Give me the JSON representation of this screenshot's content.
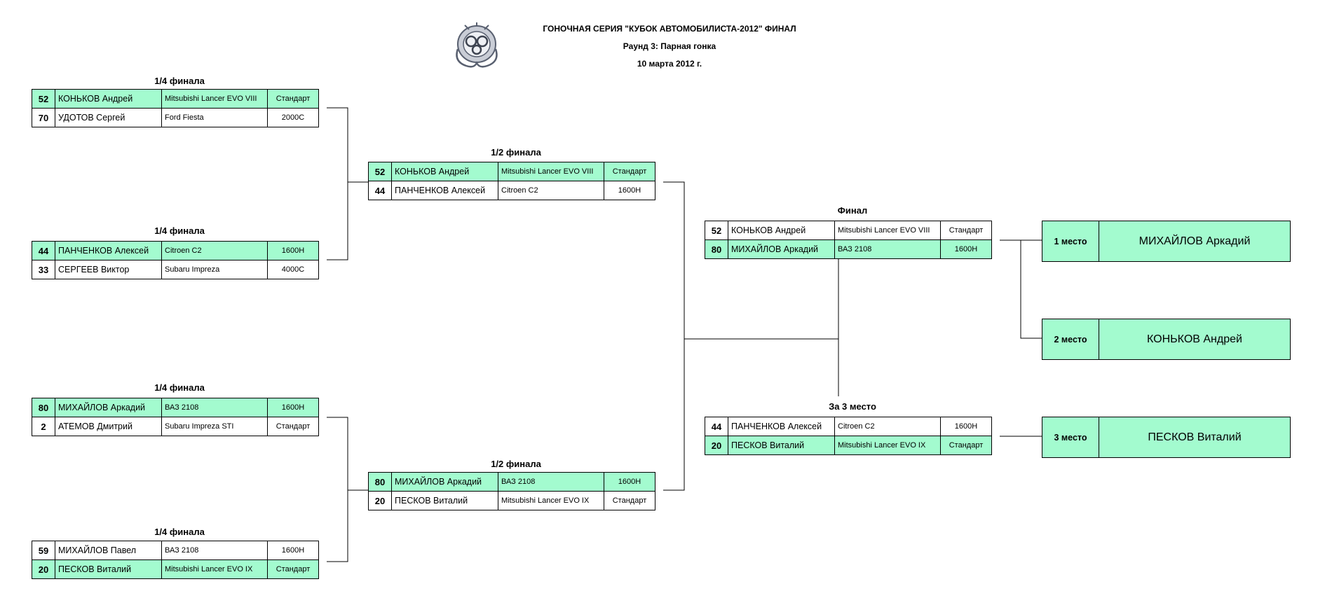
{
  "header": {
    "title": "ГОНОЧНАЯ СЕРИЯ \"КУБОК АВТОМОБИЛИСТА-2012\" ФИНАЛ",
    "round": "Раунд 3: Парная гонка",
    "date": "10 марта 2012 г."
  },
  "stages": {
    "quarter": "1/4 финала",
    "semi": "1/2 финала",
    "final": "Финал",
    "third": "За 3 место"
  },
  "quarterfinals": [
    {
      "rows": [
        {
          "num": "52",
          "name": "КОНЬКОВ Андрей",
          "car": "Mitsubishi Lancer EVO VIII",
          "class": "Стандарт"
        },
        {
          "num": "70",
          "name": "УДОТОВ Сергей",
          "car": "Ford Fiesta",
          "class": "2000С"
        }
      ]
    },
    {
      "rows": [
        {
          "num": "44",
          "name": "ПАНЧЕНКОВ Алексей",
          "car": "Citroen C2",
          "class": "1600Н"
        },
        {
          "num": "33",
          "name": "СЕРГЕЕВ Виктор",
          "car": "Subaru Impreza",
          "class": "4000С"
        }
      ]
    },
    {
      "rows": [
        {
          "num": "80",
          "name": "МИХАЙЛОВ Аркадий",
          "car": "ВАЗ 2108",
          "class": "1600Н"
        },
        {
          "num": "2",
          "name": "АТЕМОВ Дмитрий",
          "car": "Subaru Impreza STI",
          "class": "Стандарт"
        }
      ]
    },
    {
      "rows": [
        {
          "num": "59",
          "name": "МИХАЙЛОВ Павел",
          "car": "ВАЗ 2108",
          "class": "1600Н"
        },
        {
          "num": "20",
          "name": "ПЕСКОВ Виталий",
          "car": "Mitsubishi Lancer EVO IX",
          "class": "Стандарт"
        }
      ]
    }
  ],
  "semifinals": [
    {
      "rows": [
        {
          "num": "52",
          "name": "КОНЬКОВ Андрей",
          "car": "Mitsubishi Lancer EVO VIII",
          "class": "Стандарт"
        },
        {
          "num": "44",
          "name": "ПАНЧЕНКОВ Алексей",
          "car": "Citroen C2",
          "class": "1600Н"
        }
      ]
    },
    {
      "rows": [
        {
          "num": "80",
          "name": "МИХАЙЛОВ Аркадий",
          "car": "ВАЗ 2108",
          "class": "1600Н"
        },
        {
          "num": "20",
          "name": "ПЕСКОВ Виталий",
          "car": "Mitsubishi Lancer EVO IX",
          "class": "Стандарт"
        }
      ]
    }
  ],
  "final": {
    "rows": [
      {
        "num": "52",
        "name": "КОНЬКОВ Андрей",
        "car": "Mitsubishi Lancer EVO VIII",
        "class": "Стандарт"
      },
      {
        "num": "80",
        "name": "МИХАЙЛОВ Аркадий",
        "car": "ВАЗ 2108",
        "class": "1600Н"
      }
    ]
  },
  "third_place_match": {
    "rows": [
      {
        "num": "44",
        "name": "ПАНЧЕНКОВ Алексей",
        "car": "Citroen C2",
        "class": "1600Н"
      },
      {
        "num": "20",
        "name": "ПЕСКОВ Виталий",
        "car": "Mitsubishi Lancer EVO IX",
        "class": "Стандарт"
      }
    ]
  },
  "podium": [
    {
      "place": "1 место",
      "name": "МИХАЙЛОВ Аркадий"
    },
    {
      "place": "2 место",
      "name": "КОНЬКОВ Андрей"
    },
    {
      "place": "3 место",
      "name": "ПЕСКОВ Виталий"
    }
  ],
  "colors": {
    "winner_fill": "#a3fbcf",
    "line": "#000000",
    "background": "#ffffff"
  },
  "logo_icon": "series-emblem-icon"
}
